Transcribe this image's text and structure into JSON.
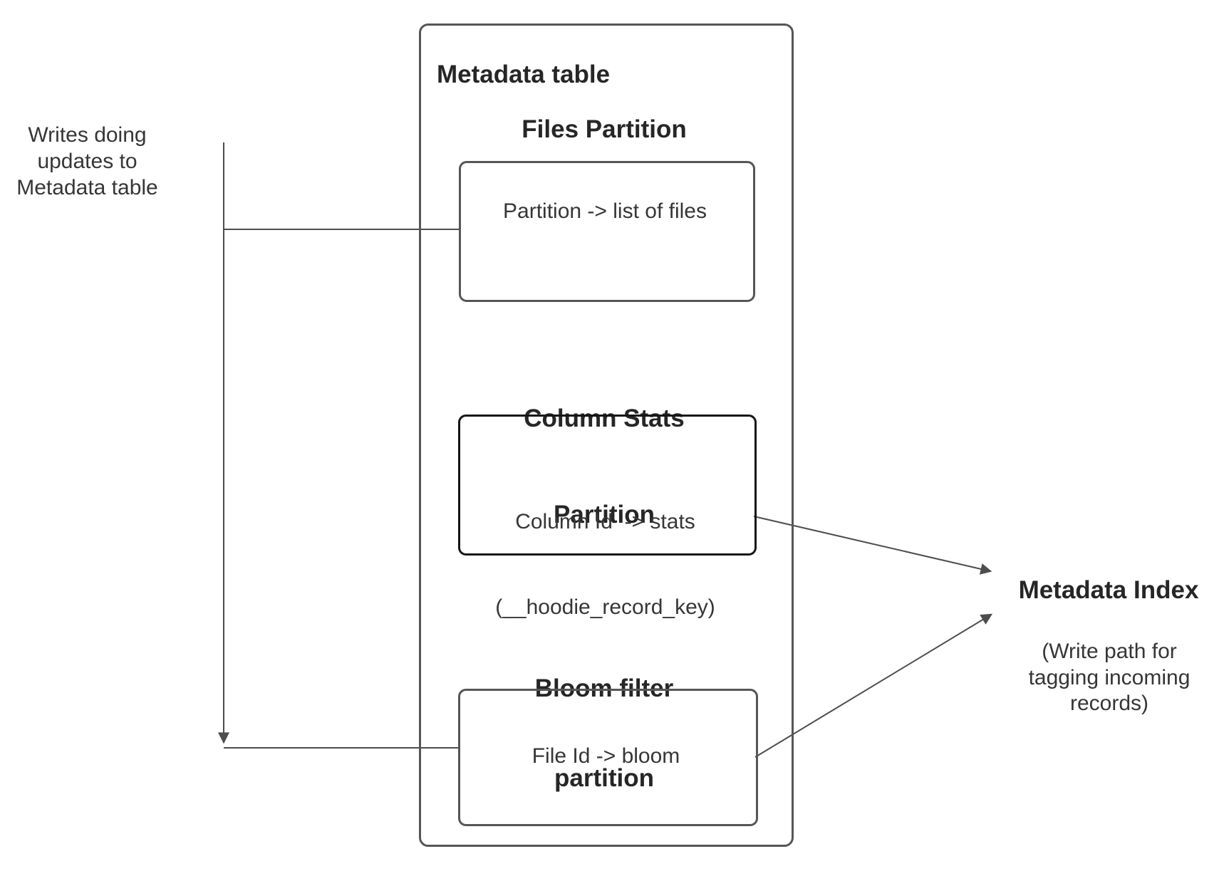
{
  "left_note": {
    "lines": [
      "Writes doing",
      "updates to",
      "Metadata table"
    ]
  },
  "metadata_table": {
    "title": "Metadata table",
    "files_partition": {
      "heading_lines": [
        "Files Partition"
      ],
      "body_lines": [
        "Partition -> list of files"
      ]
    },
    "column_stats_partition": {
      "heading_lines": [
        "Column Stats",
        "Partition"
      ],
      "body_lines": [
        "Column Id  -> stats",
        "(__hoodie_record_key)"
      ]
    },
    "bloom_filter_partition": {
      "heading_lines": [
        "Bloom filter",
        "partition"
      ],
      "body_lines": [
        "File Id -> bloom"
      ]
    }
  },
  "metadata_index": {
    "title": "Metadata Index",
    "subtitle_lines": [
      "(Write path for",
      "tagging incoming",
      "records)"
    ]
  },
  "colors": {
    "background": "#ffffff",
    "box_border": "#565656",
    "emphasis_border": "#161616",
    "connector": "#4d4d4d",
    "heading_text": "#262626",
    "body_text": "#363636"
  }
}
